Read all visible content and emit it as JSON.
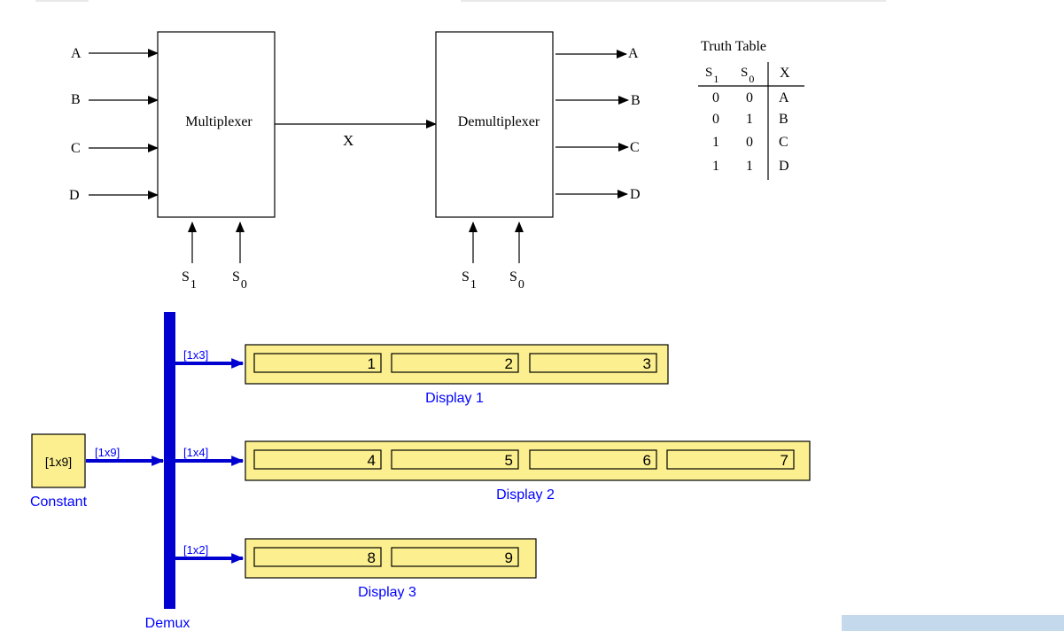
{
  "mux_diagram": {
    "inputs": [
      "A",
      "B",
      "C",
      "D"
    ],
    "mux_label": "Multiplexer",
    "signal_label": "X",
    "demux_label": "Demultiplexer",
    "outputs": [
      "A",
      "B",
      "C",
      "D"
    ],
    "select_s1_base": "S",
    "select_s1_sub": "1",
    "select_s0_base": "S",
    "select_s0_sub": "0"
  },
  "truth_table": {
    "title": "Truth Table",
    "headers": {
      "s1_base": "S",
      "s1_sub": "1",
      "s0_base": "S",
      "s0_sub": "0",
      "x": "X"
    },
    "rows": [
      {
        "s1": "0",
        "s0": "0",
        "x": "A"
      },
      {
        "s1": "0",
        "s0": "1",
        "x": "B"
      },
      {
        "s1": "1",
        "s0": "0",
        "x": "C"
      },
      {
        "s1": "1",
        "s0": "1",
        "x": "D"
      }
    ]
  },
  "simulink": {
    "constant_block_text": "[1x9]",
    "constant_label": "Constant",
    "input_signal_label": "[1x9]",
    "demux_label": "Demux",
    "branches": [
      {
        "signal_label": "[1x3]",
        "display_label": "Display 1",
        "values": [
          "1",
          "2",
          "3"
        ]
      },
      {
        "signal_label": "[1x4]",
        "display_label": "Display 2",
        "values": [
          "4",
          "5",
          "6",
          "7"
        ]
      },
      {
        "signal_label": "[1x2]",
        "display_label": "Display 3",
        "values": [
          "8",
          "9"
        ]
      }
    ]
  },
  "colors": {
    "block_fill": "#fbef8f",
    "sim_line": "#0000d0",
    "sim_text": "#0000ff",
    "diagram_stroke": "#000000",
    "corner_panel": "#c5d9ec"
  }
}
